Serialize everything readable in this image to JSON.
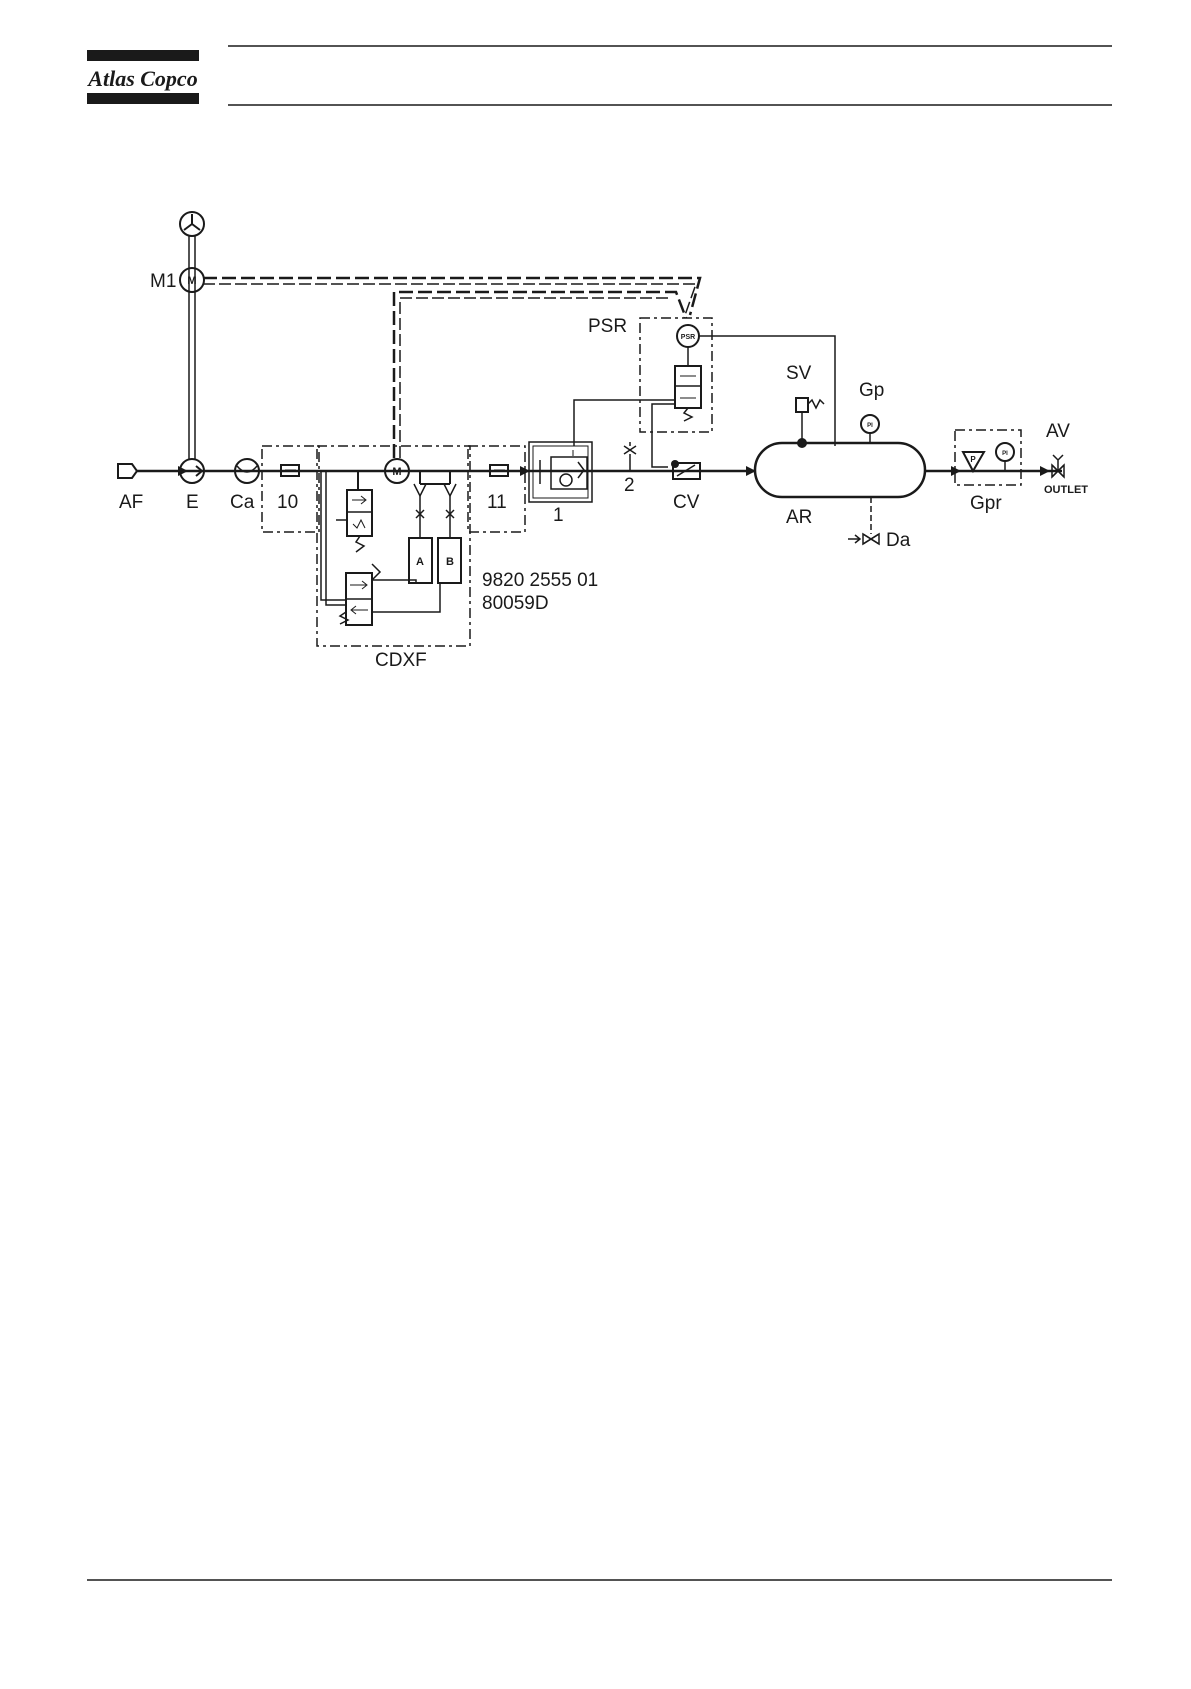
{
  "header": {
    "logo_text": "Atlas Copco"
  },
  "diagram": {
    "labels": {
      "m1": "M1",
      "psr": "PSR",
      "sv": "SV",
      "gp": "Gp",
      "av": "AV",
      "af": "AF",
      "e": "E",
      "ca": "Ca",
      "l10": "10",
      "l11": "11",
      "l1": "1",
      "l2": "2",
      "cv": "CV",
      "ar": "AR",
      "da": "Da",
      "gpr": "Gpr",
      "outlet": "OUTLET",
      "a": "A",
      "b": "B",
      "cdxf": "CDXF",
      "part_number": "9820 2555 01",
      "drawing_code": "80059D"
    }
  }
}
